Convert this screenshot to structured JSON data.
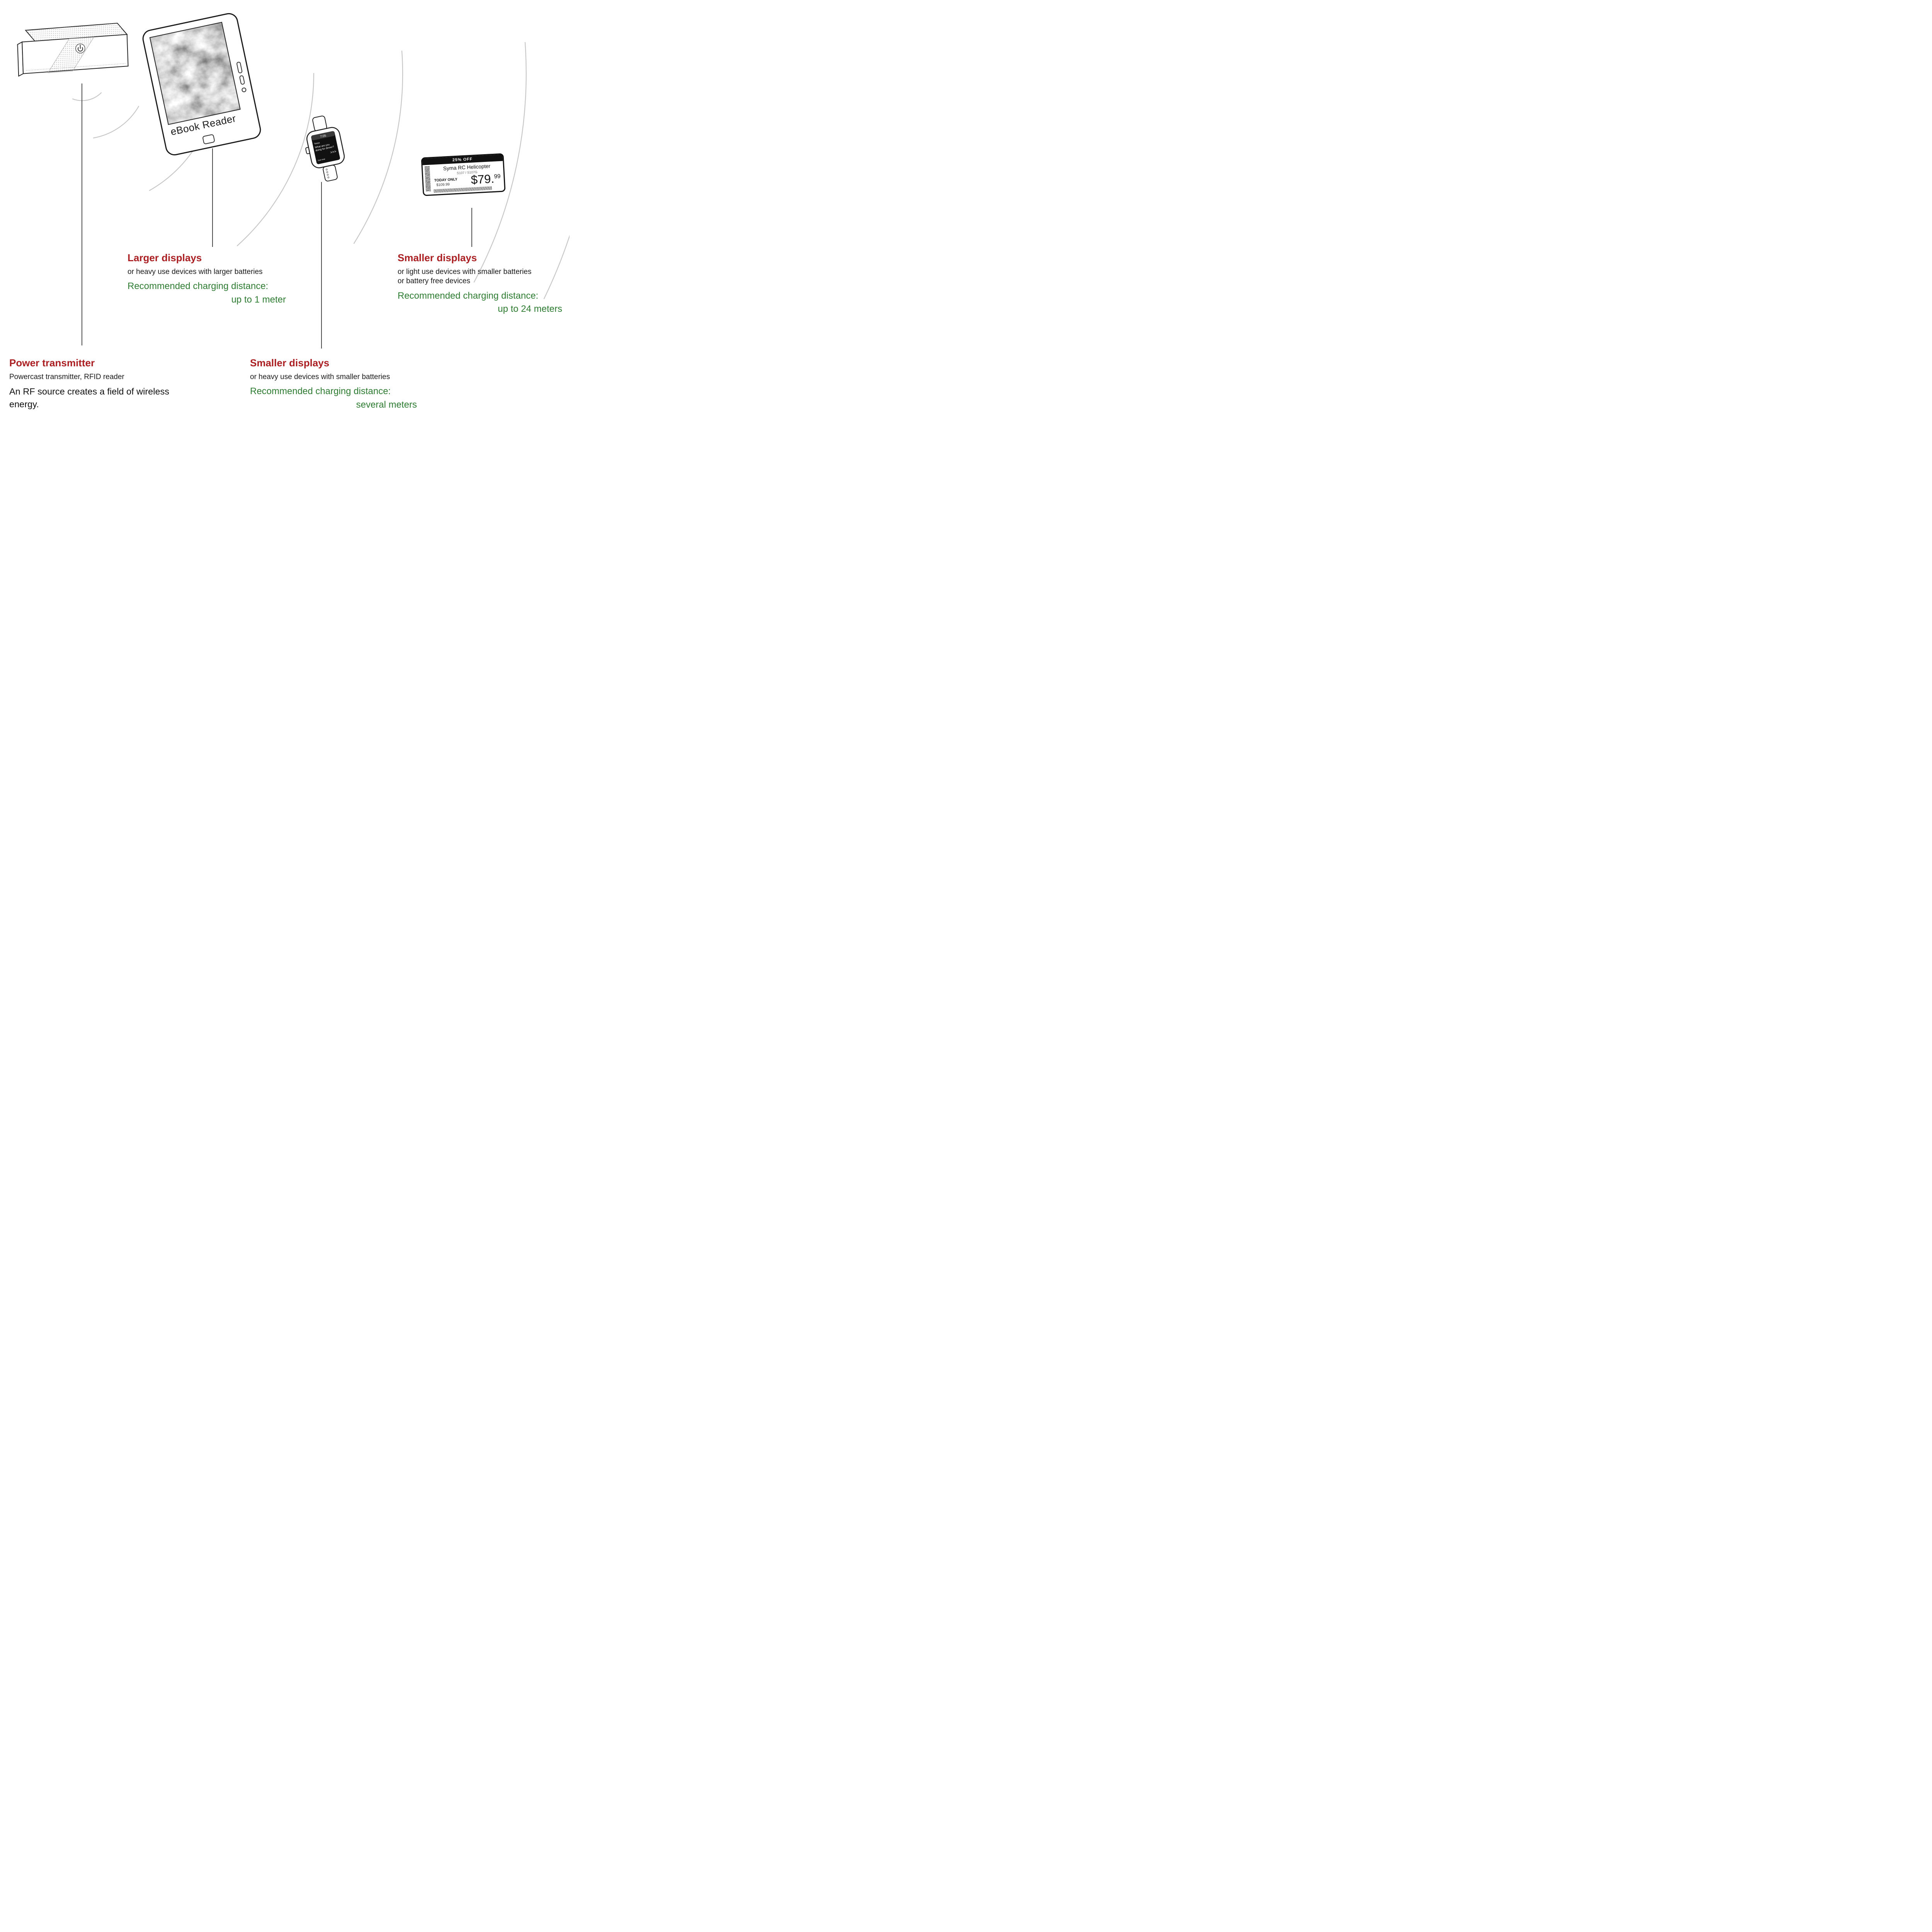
{
  "palette": {
    "heading_red": "#ab1f23",
    "distance_green": "#2e7d32",
    "ink": "#1a1a1a",
    "wave_gray": "#c6c6c6"
  },
  "devices": {
    "ereader": {
      "label": "eBook Reader"
    },
    "watch": {
      "time": "7:05",
      "sender": "Tanya",
      "message_1": "What are you",
      "message_2": "doing for dinner?",
      "reply": ">>>",
      "meta": "Just now"
    },
    "shelf_tag": {
      "banner": "25% OFF",
      "product": "Syma RC Helicopter",
      "sku": "S107 / S107G",
      "promo": "TODAY ONLY",
      "old_price": "$109.99",
      "price_main": "$79.",
      "price_cents": "99"
    }
  },
  "callouts": {
    "power": {
      "title": "Power transmitter",
      "subtitle": "Powercast transmitter, RFID reader",
      "body": "An RF source creates a field of wireless energy."
    },
    "larger": {
      "title": "Larger displays",
      "line1": "or heavy use devices with larger batteries",
      "distance_label": "Recommended charging distance:",
      "distance_value": "up to 1 meter"
    },
    "smaller_mid": {
      "title": "Smaller displays",
      "line1": "or heavy use devices with smaller batteries",
      "distance_label": "Recommended charging distance:",
      "distance_value": "several meters"
    },
    "smaller_right": {
      "title": "Smaller displays",
      "line1": "or light use devices with smaller batteries",
      "line2": "or battery free devices",
      "distance_label": "Recommended charging distance:",
      "distance_value": "up to 24 meters"
    }
  }
}
